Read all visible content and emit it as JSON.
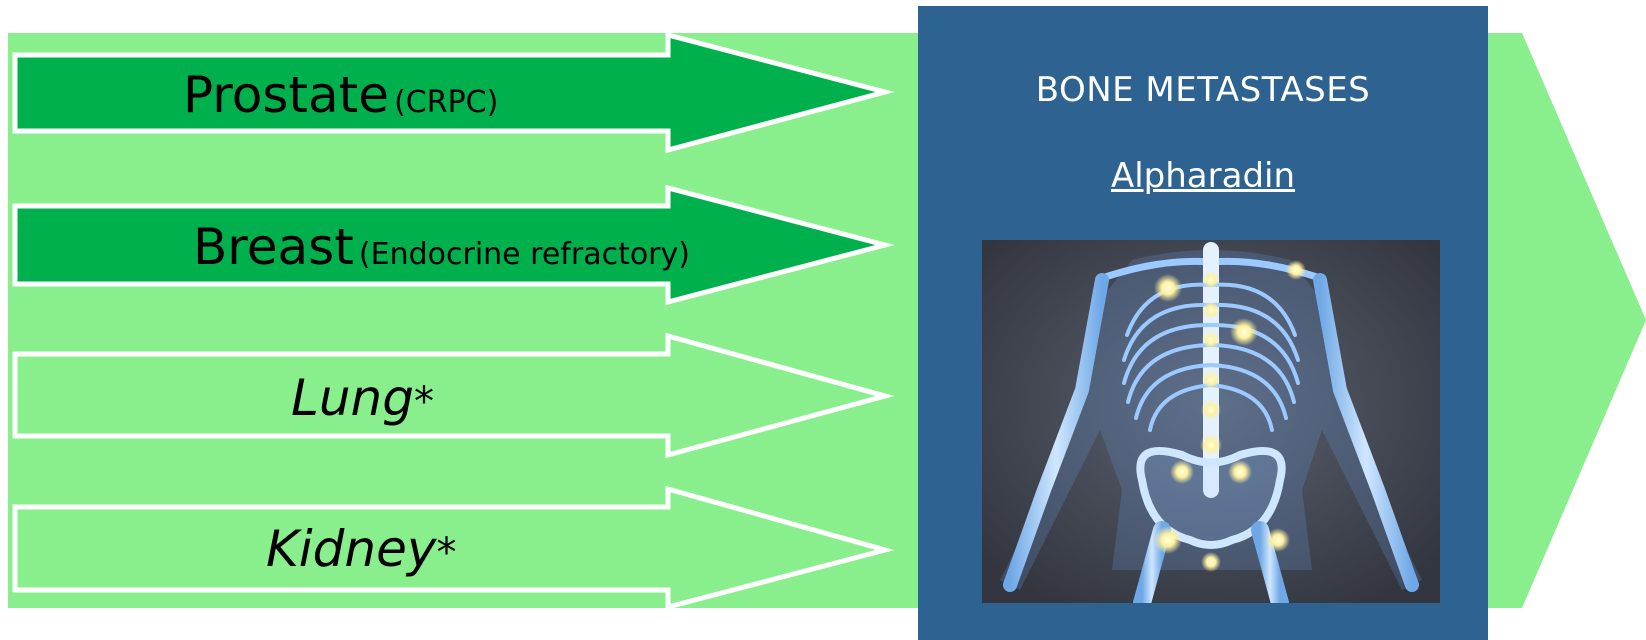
{
  "arrows": [
    {
      "main": "Prostate",
      "sub": "(CRPC)",
      "style": "dark"
    },
    {
      "main": "Breast",
      "sub": "(Endocrine refractory)",
      "style": "dark"
    },
    {
      "main": "Lung",
      "sub": "*",
      "style": "light"
    },
    {
      "main": "Kidney",
      "sub": "*",
      "style": "light"
    }
  ],
  "panel": {
    "title": "BONE METASTASES",
    "drug": "Alpharadin"
  },
  "colors": {
    "big_arrow": "#88ef8c",
    "dark_arrow": "#00b04c",
    "panel": "#2e6291",
    "arrow_outline": "#ffffff"
  }
}
